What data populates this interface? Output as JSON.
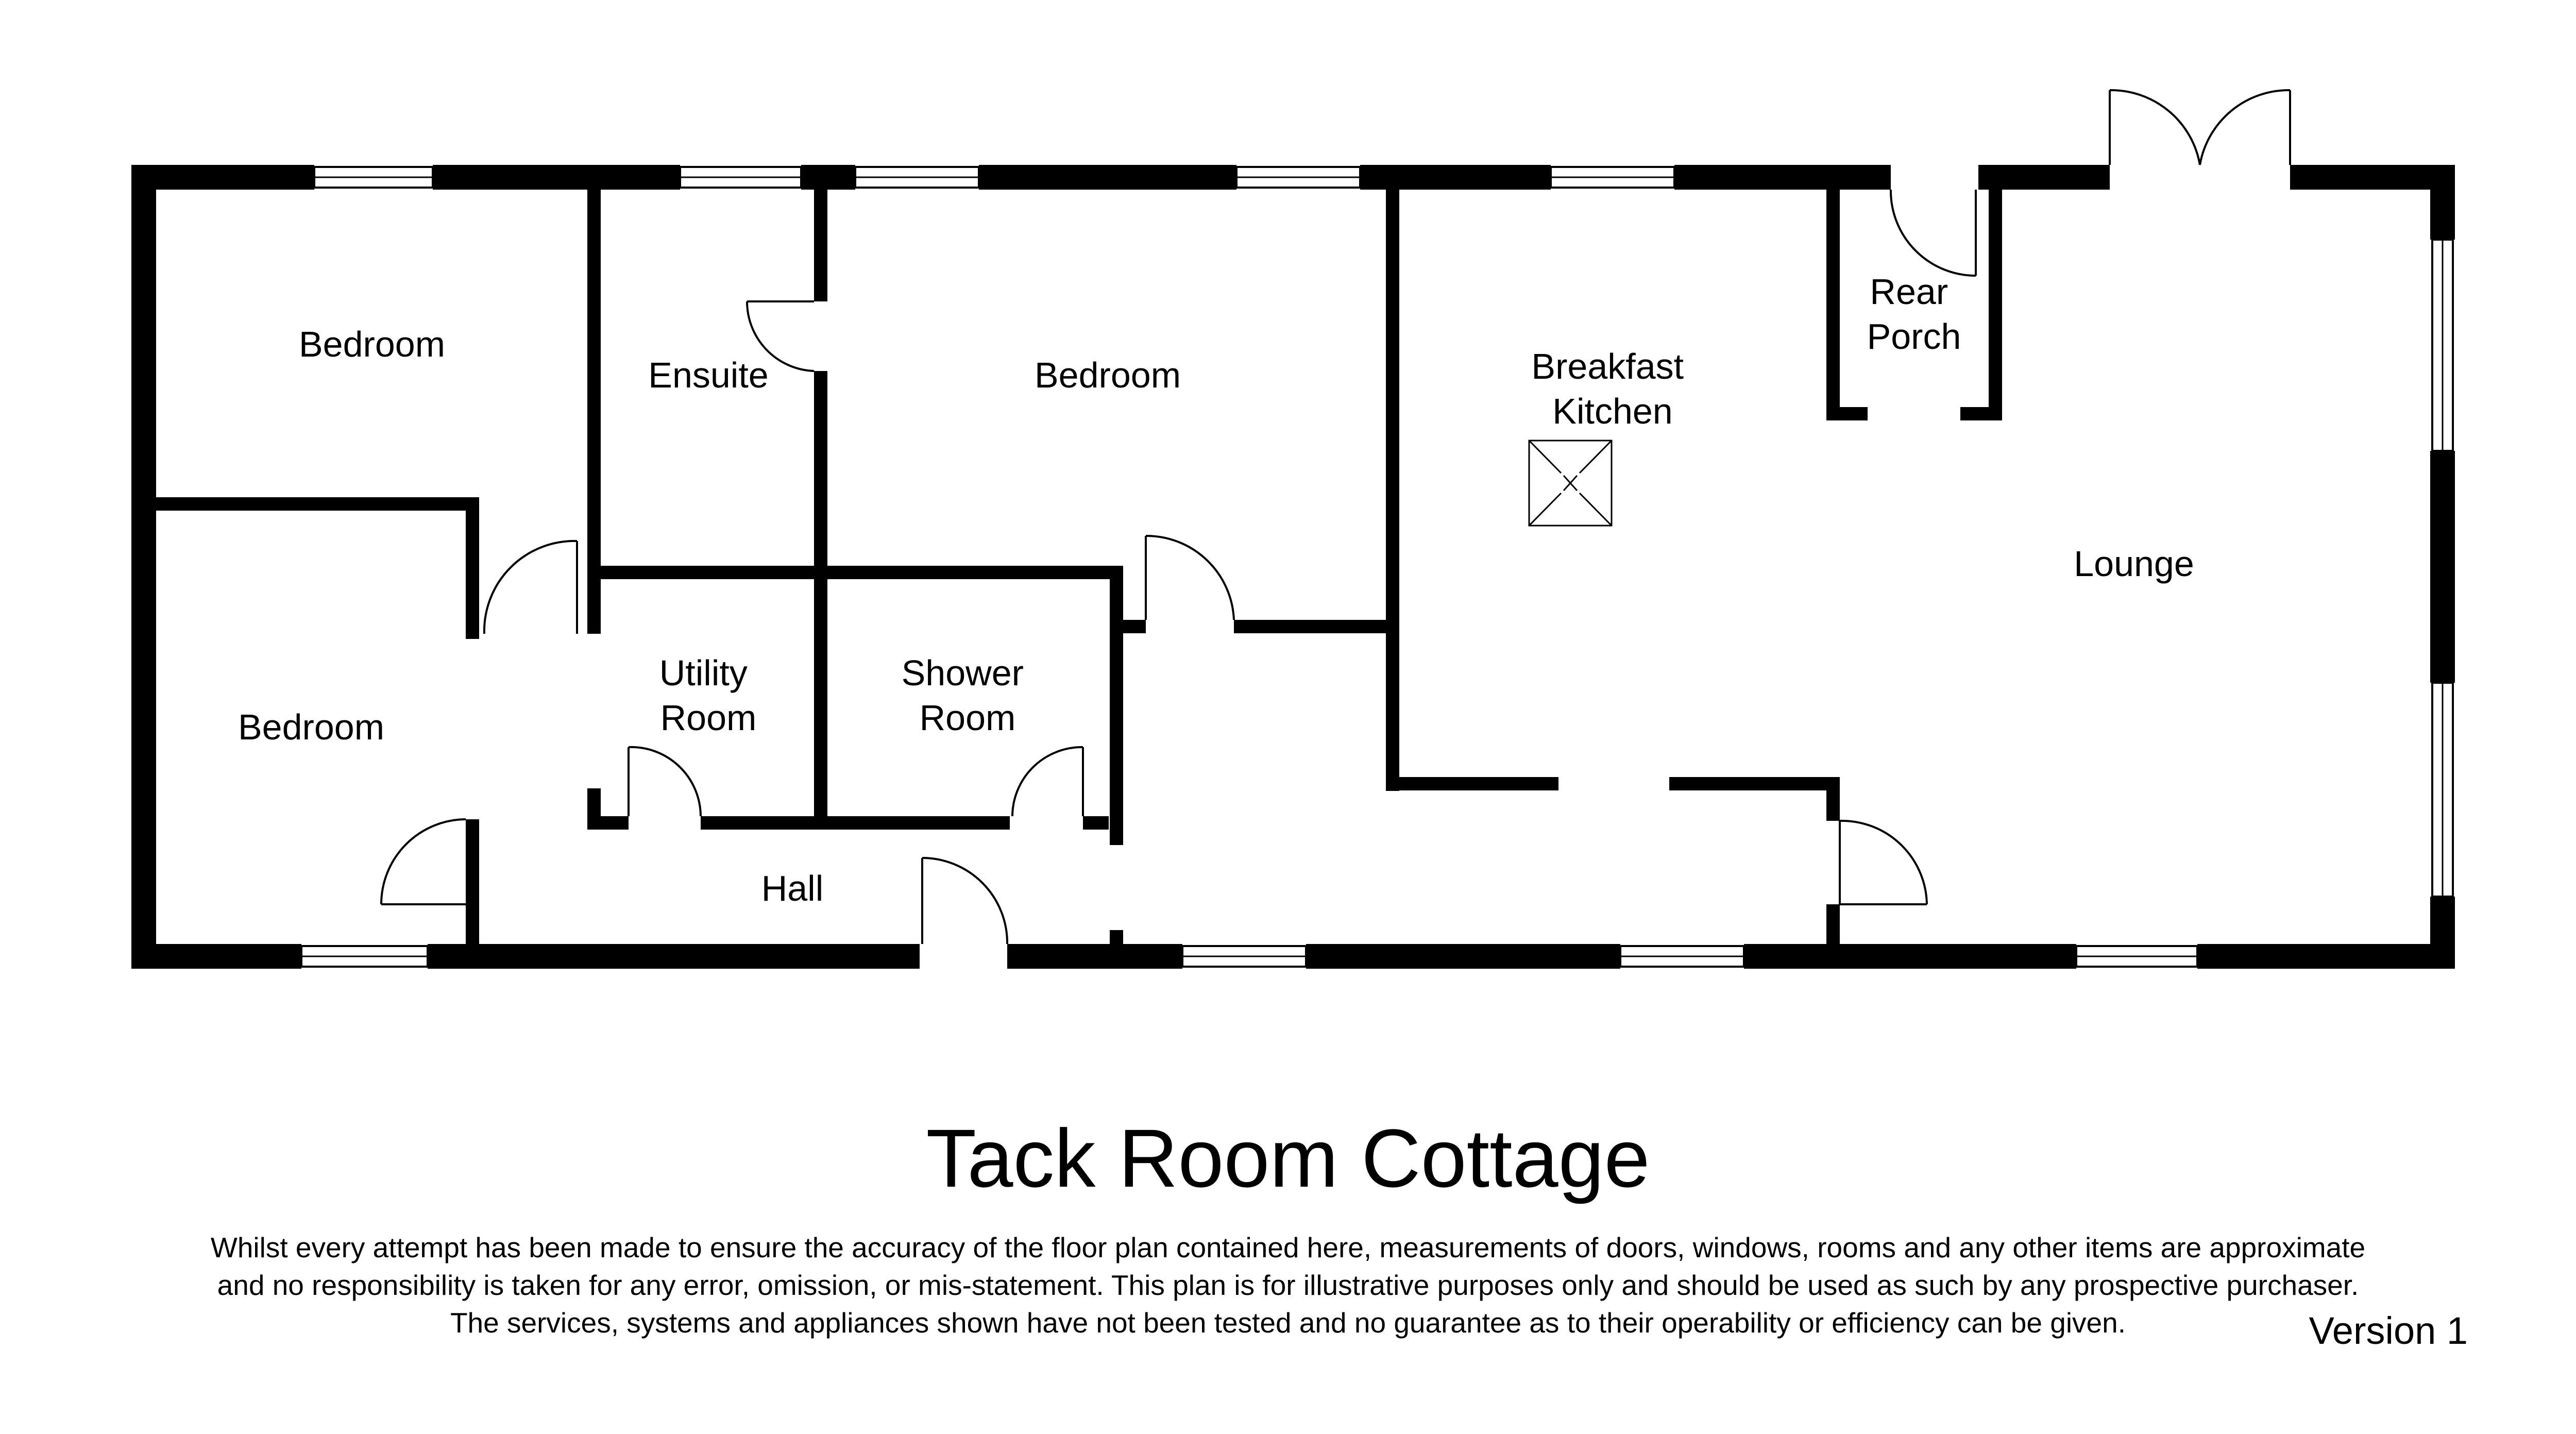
{
  "plan": {
    "rooms": [
      {
        "key": "bedroom_1",
        "lines": [
          "Bedroom"
        ]
      },
      {
        "key": "ensuite",
        "lines": [
          "Ensuite"
        ]
      },
      {
        "key": "bedroom_2",
        "lines": [
          "Bedroom"
        ]
      },
      {
        "key": "breakfast_kitchen",
        "lines": [
          "Breakfast",
          "Kitchen"
        ]
      },
      {
        "key": "rear_porch",
        "lines": [
          "Rear",
          "Porch"
        ]
      },
      {
        "key": "lounge",
        "lines": [
          "Lounge"
        ]
      },
      {
        "key": "bedroom_3",
        "lines": [
          "Bedroom"
        ]
      },
      {
        "key": "utility_room",
        "lines": [
          "Utility",
          "Room"
        ]
      },
      {
        "key": "shower_room",
        "lines": [
          "Shower",
          "Room"
        ]
      },
      {
        "key": "hall",
        "lines": [
          "Hall"
        ]
      }
    ]
  },
  "title": "Tack Room Cottage",
  "disclaimer": {
    "line1": "Whilst every attempt has been made to ensure the accuracy of the floor plan contained here, measurements of doors, windows, rooms and any other items are approximate",
    "line2": "and no responsibility is taken for any error, omission, or mis-statement. This plan is for illustrative purposes only and should be used as such by any prospective purchaser.",
    "line3": "The services, systems and appliances shown have not been tested and no guarantee as to their operability or efficiency can be given."
  },
  "version": "Version 1"
}
